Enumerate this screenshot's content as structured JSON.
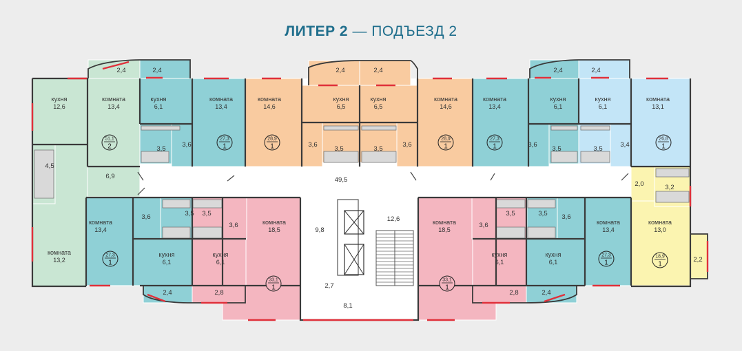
{
  "title": {
    "main": "ЛИТЕР 2",
    "dash": "—",
    "sub": "ПОДЪЕЗД 2"
  },
  "colors": {
    "green": "#c9e6d3",
    "teal": "#8fd0d6",
    "orange": "#f9cba0",
    "pink": "#f4b6c0",
    "blue": "#c3e5f7",
    "yellow": "#fbf4b0",
    "wall": "#3a3a3a",
    "window": "#e0303a",
    "floor": "#ffffff"
  },
  "rooms": [
    {
      "id": "a1-kitchen",
      "fill": "green",
      "lines": [
        "кухня",
        "12,6"
      ]
    },
    {
      "id": "a1-room1",
      "fill": "green",
      "lines": [
        "комната",
        "13,4"
      ]
    },
    {
      "id": "a1-room2",
      "fill": "green",
      "lines": [
        "комната",
        "13,2"
      ]
    },
    {
      "id": "a1-bath",
      "fill": "green",
      "lines": [
        "4,5"
      ]
    },
    {
      "id": "a1-hall",
      "fill": "green",
      "lines": [
        "6,9"
      ]
    },
    {
      "id": "a1-balcony",
      "fill": "green",
      "lines": [
        "2,4"
      ]
    },
    {
      "id": "a2-kitchen",
      "fill": "teal",
      "lines": [
        "кухня",
        "6,1"
      ]
    },
    {
      "id": "a2-room",
      "fill": "teal",
      "lines": [
        "комната",
        "13,4"
      ]
    },
    {
      "id": "a2-bath",
      "fill": "teal",
      "lines": [
        "3,5"
      ]
    },
    {
      "id": "a2-hall",
      "fill": "teal",
      "lines": [
        "3,6"
      ]
    },
    {
      "id": "a2-balcony",
      "fill": "teal",
      "lines": [
        "2,4"
      ]
    },
    {
      "id": "a3-room",
      "fill": "orange",
      "lines": [
        "комната",
        "14,6"
      ]
    },
    {
      "id": "a3-kitchen",
      "fill": "orange",
      "lines": [
        "кухня",
        "6,5"
      ]
    },
    {
      "id": "a3-hall",
      "fill": "orange",
      "lines": [
        "3,6"
      ]
    },
    {
      "id": "a3-bath",
      "fill": "orange",
      "lines": [
        "3,5"
      ]
    },
    {
      "id": "a3-balcony",
      "fill": "orange",
      "lines": [
        "2,4"
      ]
    },
    {
      "id": "a4-kitchen",
      "fill": "orange",
      "lines": [
        "кухня",
        "6,5"
      ]
    },
    {
      "id": "a4-room",
      "fill": "orange",
      "lines": [
        "комната",
        "14,6"
      ]
    },
    {
      "id": "a4-bath",
      "fill": "orange",
      "lines": [
        "3,5"
      ]
    },
    {
      "id": "a4-hall",
      "fill": "orange",
      "lines": [
        "3,6"
      ]
    },
    {
      "id": "a4-balcony",
      "fill": "orange",
      "lines": [
        "2,4"
      ]
    },
    {
      "id": "a5-room",
      "fill": "teal",
      "lines": [
        "комната",
        "13,4"
      ]
    },
    {
      "id": "a5-kitchen",
      "fill": "teal",
      "lines": [
        "кухня",
        "6,1"
      ]
    },
    {
      "id": "a5-hall",
      "fill": "teal",
      "lines": [
        "3,6"
      ]
    },
    {
      "id": "a5-bath",
      "fill": "teal",
      "lines": [
        "3,5"
      ]
    },
    {
      "id": "a5-balcony",
      "fill": "teal",
      "lines": [
        "2,4"
      ]
    },
    {
      "id": "a6-kitchen",
      "fill": "blue",
      "lines": [
        "кухня",
        "6,1"
      ]
    },
    {
      "id": "a6-room",
      "fill": "blue",
      "lines": [
        "комната",
        "13,1"
      ]
    },
    {
      "id": "a6-bath",
      "fill": "blue",
      "lines": [
        "3,5"
      ]
    },
    {
      "id": "a6-hall",
      "fill": "blue",
      "lines": [
        "3,4"
      ]
    },
    {
      "id": "a6-balcony",
      "fill": "blue",
      "lines": [
        "2,4"
      ]
    },
    {
      "id": "a7-room",
      "fill": "teal",
      "lines": [
        "комната",
        "13,4"
      ]
    },
    {
      "id": "a7-hall",
      "fill": "teal",
      "lines": [
        "3,6"
      ]
    },
    {
      "id": "a7-bath",
      "fill": "teal",
      "lines": [
        "3,5"
      ]
    },
    {
      "id": "a7-kitchen",
      "fill": "teal",
      "lines": [
        "кухня",
        "6,1"
      ]
    },
    {
      "id": "a7-balcony",
      "fill": "teal",
      "lines": [
        "2,4"
      ]
    },
    {
      "id": "a8-room",
      "fill": "pink",
      "lines": [
        "комната",
        "18,5"
      ]
    },
    {
      "id": "a8-hall",
      "fill": "pink",
      "lines": [
        "3,6"
      ]
    },
    {
      "id": "a8-bath",
      "fill": "pink",
      "lines": [
        "3,5"
      ]
    },
    {
      "id": "a8-kitchen",
      "fill": "pink",
      "lines": [
        "кухня",
        "6,1"
      ]
    },
    {
      "id": "a8-balcony",
      "fill": "pink",
      "lines": [
        "2,8"
      ]
    },
    {
      "id": "a9-room",
      "fill": "pink",
      "lines": [
        "комната",
        "18,5"
      ]
    },
    {
      "id": "a9-hall",
      "fill": "pink",
      "lines": [
        "3,6"
      ]
    },
    {
      "id": "a9-bath",
      "fill": "pink",
      "lines": [
        "3,5"
      ]
    },
    {
      "id": "a9-kitchen",
      "fill": "pink",
      "lines": [
        "кухня",
        "6,1"
      ]
    },
    {
      "id": "a9-balcony",
      "fill": "pink",
      "lines": [
        "2,8"
      ]
    },
    {
      "id": "a10-bath",
      "fill": "teal",
      "lines": [
        "3,5"
      ]
    },
    {
      "id": "a10-hall",
      "fill": "teal",
      "lines": [
        "3,6"
      ]
    },
    {
      "id": "a10-kitchen",
      "fill": "teal",
      "lines": [
        "кухня",
        "6,1"
      ]
    },
    {
      "id": "a10-room",
      "fill": "teal",
      "lines": [
        "комната",
        "13,4"
      ]
    },
    {
      "id": "a10-balcony",
      "fill": "teal",
      "lines": [
        "2,4"
      ]
    },
    {
      "id": "a11-room",
      "fill": "yellow",
      "lines": [
        "комната",
        "13,0"
      ]
    },
    {
      "id": "a11-hall",
      "fill": "yellow",
      "lines": [
        "2,0"
      ]
    },
    {
      "id": "a11-bath",
      "fill": "yellow",
      "lines": [
        "3,2"
      ]
    },
    {
      "id": "a11-balcony",
      "fill": "yellow",
      "lines": [
        "2,2"
      ]
    }
  ],
  "common": [
    {
      "id": "corridor",
      "lines": [
        "49,5"
      ]
    },
    {
      "id": "lobby",
      "lines": [
        "9,8"
      ]
    },
    {
      "id": "stair",
      "lines": [
        "12,6"
      ]
    },
    {
      "id": "vestibule",
      "lines": [
        "2,7"
      ]
    },
    {
      "id": "entrance",
      "lines": [
        "8,1"
      ]
    }
  ],
  "badges": [
    {
      "id": "a1",
      "area": "51,1",
      "rooms": "2",
      "fill": "green"
    },
    {
      "id": "a2",
      "area": "27,3",
      "rooms": "1",
      "fill": "teal"
    },
    {
      "id": "a3",
      "area": "28,9",
      "rooms": "1",
      "fill": "orange"
    },
    {
      "id": "a4",
      "area": "28,9",
      "rooms": "1",
      "fill": "orange"
    },
    {
      "id": "a5",
      "area": "27,3",
      "rooms": "1",
      "fill": "teal"
    },
    {
      "id": "a6",
      "area": "26,8",
      "rooms": "1",
      "fill": "blue"
    },
    {
      "id": "a7",
      "area": "27,3",
      "rooms": "1",
      "fill": "teal"
    },
    {
      "id": "a8",
      "area": "33,1",
      "rooms": "1",
      "fill": "pink"
    },
    {
      "id": "a9",
      "area": "33,1",
      "rooms": "1",
      "fill": "pink"
    },
    {
      "id": "a10",
      "area": "27,3",
      "rooms": "1",
      "fill": "teal"
    },
    {
      "id": "a11",
      "area": "18,9",
      "rooms": "1",
      "fill": "yellow"
    }
  ]
}
